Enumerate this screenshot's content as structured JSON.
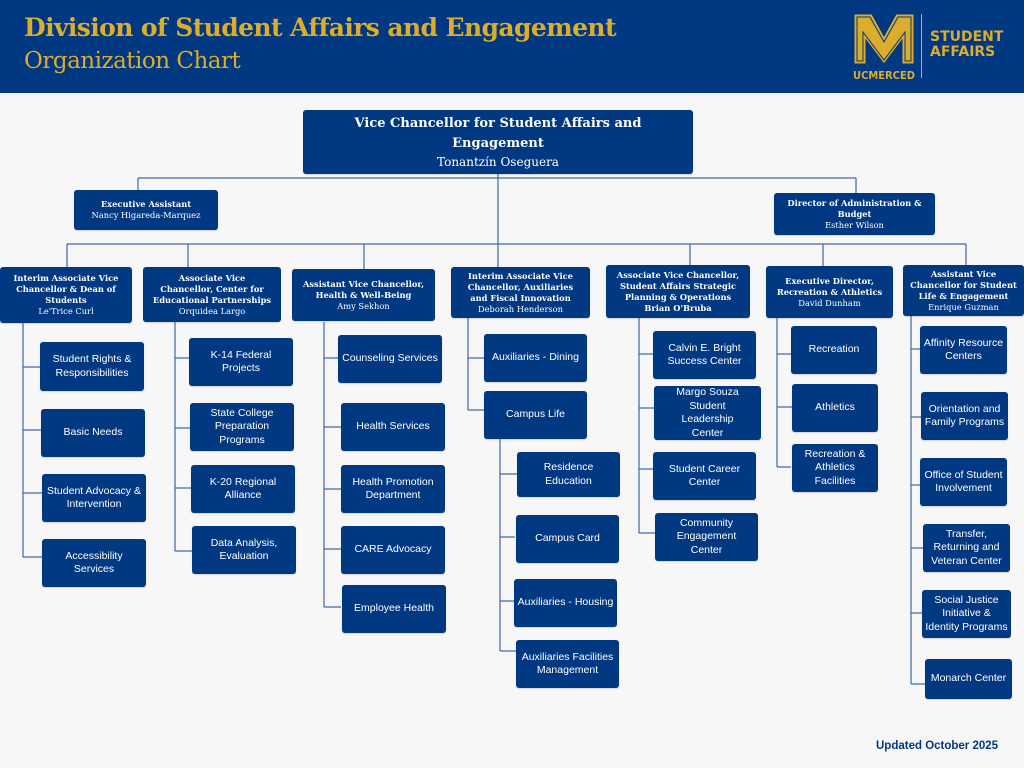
{
  "header": {
    "title": "Division of Student Affairs and Engagement",
    "subtitle": "Organization Chart",
    "logo": {
      "mark": "M",
      "wordmark": "UCMERCED",
      "unit_line1": "STUDENT",
      "unit_line2": "AFFAIRS"
    }
  },
  "colors": {
    "navy": "#013882",
    "gold": "#dcac2c",
    "background": "#f7f7f7",
    "connector": "#4a6fa5"
  },
  "vice_chancellor": {
    "title": "Vice Chancellor for Student Affairs and Engagement",
    "name": "Tonantzín Oseguera"
  },
  "staff": [
    {
      "title": "Executive Assistant",
      "name": "Nancy Higareda-Marquez"
    },
    {
      "title": "Director of Administration & Budget",
      "name": "Esther Wilson"
    }
  ],
  "divisions": [
    {
      "title": "Interim Associate Vice Chancellor & Dean of Students",
      "name": "Le'Trice Curl",
      "units": [
        "Student Rights & Responsibilities",
        "Basic Needs",
        "Student Advocacy & Intervention",
        "Accessibility Services"
      ]
    },
    {
      "title": "Associate Vice Chancellor, Center for Educational Partnerships",
      "name": "Orquidea Largo",
      "units": [
        "K-14 Federal Projects",
        "State College Preparation Programs",
        "K-20 Regional Alliance",
        "Data Analysis, Evaluation"
      ]
    },
    {
      "title": "Assistant Vice Chancellor, Health & Well-Being",
      "name": "Amy Sekhon",
      "units": [
        "Counseling Services",
        "Health Services",
        "Health Promotion Department",
        "CARE Advocacy",
        "Employee Health"
      ]
    },
    {
      "title": "Interim Associate Vice Chancellor, Auxiliaries and Fiscal Innovation",
      "name": "Deborah Henderson",
      "units": [
        "Auxiliaries - Dining",
        "Campus Life"
      ],
      "sub_units": [
        "Residence Education",
        "Campus Card",
        "Auxiliaries - Housing",
        "Auxiliaries Facilities Management"
      ]
    },
    {
      "title": "Associate Vice Chancellor, Student Affairs Strategic Planning & Operations",
      "name": "Brian O'Bruba",
      "units": [
        "Calvin E. Bright Success Center",
        "Margo Souza Student Leadership Center",
        "Student Career Center",
        "Community Engagement Center"
      ]
    },
    {
      "title": "Executive Director, Recreation & Athletics",
      "name": "David Dunham",
      "units": [
        "Recreation",
        "Athletics",
        "Recreation & Athletics Facilities"
      ]
    },
    {
      "title": "Assistant Vice Chancellor for Student Life & Engagement",
      "name": "Enrique Guzman",
      "units": [
        "Affinity Resource Centers",
        "Orientation and Family Programs",
        "Office of Student Involvement",
        "Transfer, Returning and Veteran Center",
        "Social Justice Initiative & Identity Programs",
        "Monarch Center"
      ]
    }
  ],
  "footer": {
    "updated": "Updated October 2025"
  }
}
